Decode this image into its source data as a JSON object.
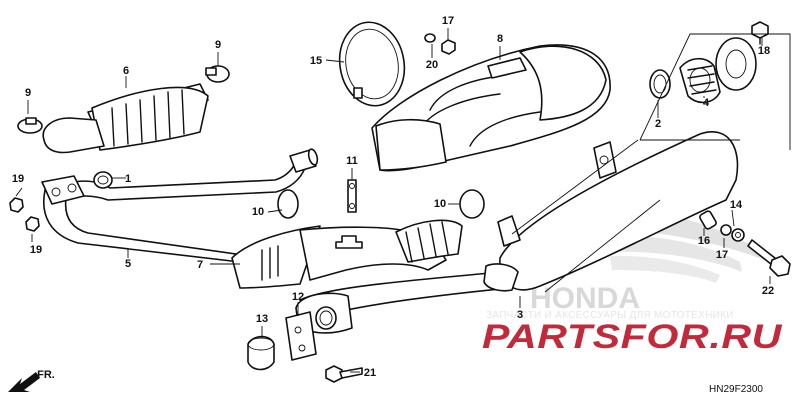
{
  "diagram": {
    "callouts": {
      "c1": "1",
      "c2": "2",
      "c3": "3",
      "c4": "4",
      "c5": "5",
      "c6": "6",
      "c7": "7",
      "c8": "8",
      "c9a": "9",
      "c9b": "9",
      "c10a": "10",
      "c10b": "10",
      "c11": "11",
      "c12": "12",
      "c13": "13",
      "c14": "14",
      "c15": "15",
      "c16": "16",
      "c17a": "17",
      "c17b": "17",
      "c18": "18",
      "c19a": "19",
      "c19b": "19",
      "c20": "20",
      "c21": "21",
      "c22": "22"
    },
    "direction_label": "FR.",
    "diagram_code": "HN29F2300",
    "watermark_brand": "HONDA",
    "watermark_tagline": "ЗАПЧАСТИ И АКСЕССУАРЫ ДЛЯ МОТОТЕХНИКИ",
    "site_logo": "PARTSFOR.RU",
    "colors": {
      "logo": "#c22a3c",
      "line": "#111111",
      "watermark": "#d8d8d8"
    }
  }
}
